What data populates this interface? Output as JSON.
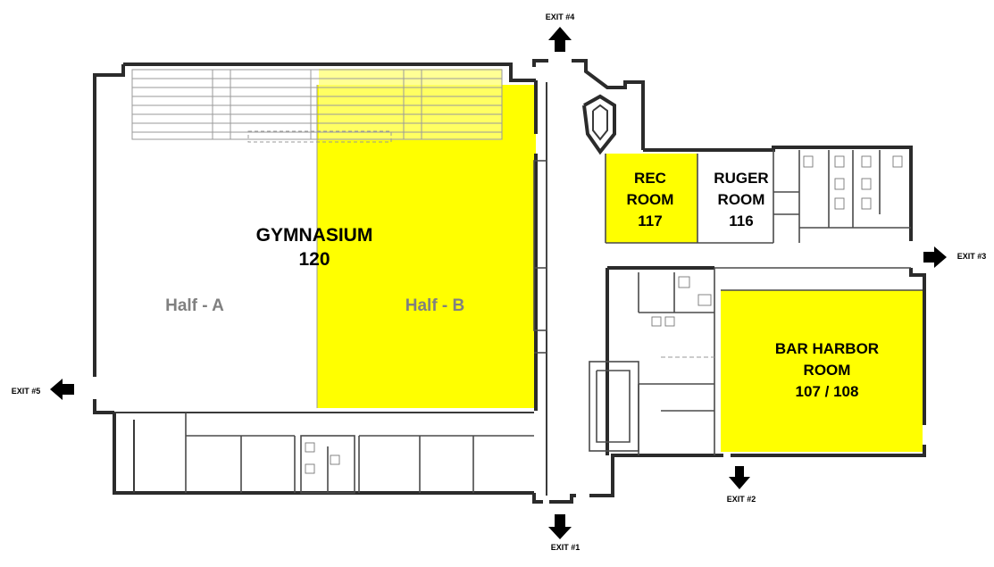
{
  "rooms": {
    "gymnasium": {
      "name": "GYMNASIUM",
      "number": "120"
    },
    "rec_room": {
      "line1": "REC",
      "line2": "ROOM",
      "number": "117"
    },
    "ruger_room": {
      "line1": "RUGER",
      "line2": "ROOM",
      "number": "116"
    },
    "bar_harbor": {
      "line1": "BAR HARBOR",
      "line2": "ROOM",
      "number": "107 / 108"
    }
  },
  "halves": {
    "a": "Half - A",
    "b": "Half - B"
  },
  "exits": {
    "exit1": "EXIT #1",
    "exit2": "EXIT #2",
    "exit3": "EXIT #3",
    "exit4": "EXIT #4",
    "exit5": "EXIT #5"
  },
  "colors": {
    "highlight": "#ffff00",
    "wall": "#2b2b2b",
    "half_label": "#808080"
  }
}
